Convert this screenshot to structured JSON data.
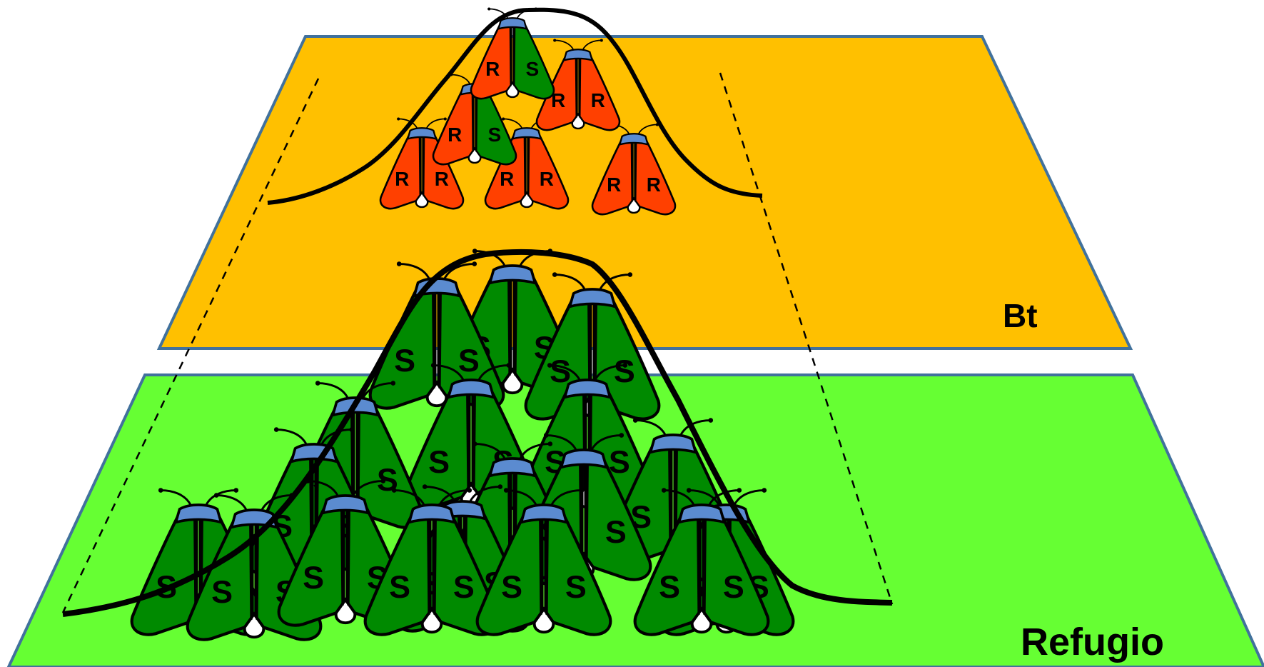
{
  "planes": {
    "bt": {
      "label": "Bt",
      "fill": "#FFC000",
      "stroke": "#41719C"
    },
    "refugio": {
      "label": "Refugio",
      "fill": "#66FF33",
      "stroke": "#41719C"
    }
  },
  "colors": {
    "resistant": "#FF4000",
    "susceptible": "#008A00",
    "head": "#5B8BD0",
    "outline": "#000000"
  },
  "icons": [
    "moth-icon",
    "distribution-curve"
  ],
  "bt_population": [
    {
      "left": "R",
      "right": "S"
    },
    {
      "left": "R",
      "right": "R"
    },
    {
      "left": "R",
      "right": "S"
    },
    {
      "left": "R",
      "right": "R"
    },
    {
      "left": "R",
      "right": "R"
    },
    {
      "left": "R",
      "right": "R"
    }
  ],
  "refugio_population": [
    {
      "left": "S",
      "right": "S"
    },
    {
      "left": "S",
      "right": "S"
    },
    {
      "left": "S",
      "right": "S"
    },
    {
      "left": "S",
      "right": "S"
    },
    {
      "left": "S",
      "right": "S"
    },
    {
      "left": "S",
      "right": "S"
    },
    {
      "left": "S",
      "right": "S"
    },
    {
      "left": "S",
      "right": "S"
    },
    {
      "left": "S",
      "right": "S"
    },
    {
      "left": "S",
      "right": "S"
    },
    {
      "left": "S",
      "right": "S"
    },
    {
      "left": "S",
      "right": "S"
    },
    {
      "left": "S",
      "right": "S"
    },
    {
      "left": "S",
      "right": "S"
    },
    {
      "left": "S",
      "right": "S"
    },
    {
      "left": "S",
      "right": "S"
    },
    {
      "left": "S",
      "right": "S"
    },
    {
      "left": "S",
      "right": "S"
    }
  ]
}
